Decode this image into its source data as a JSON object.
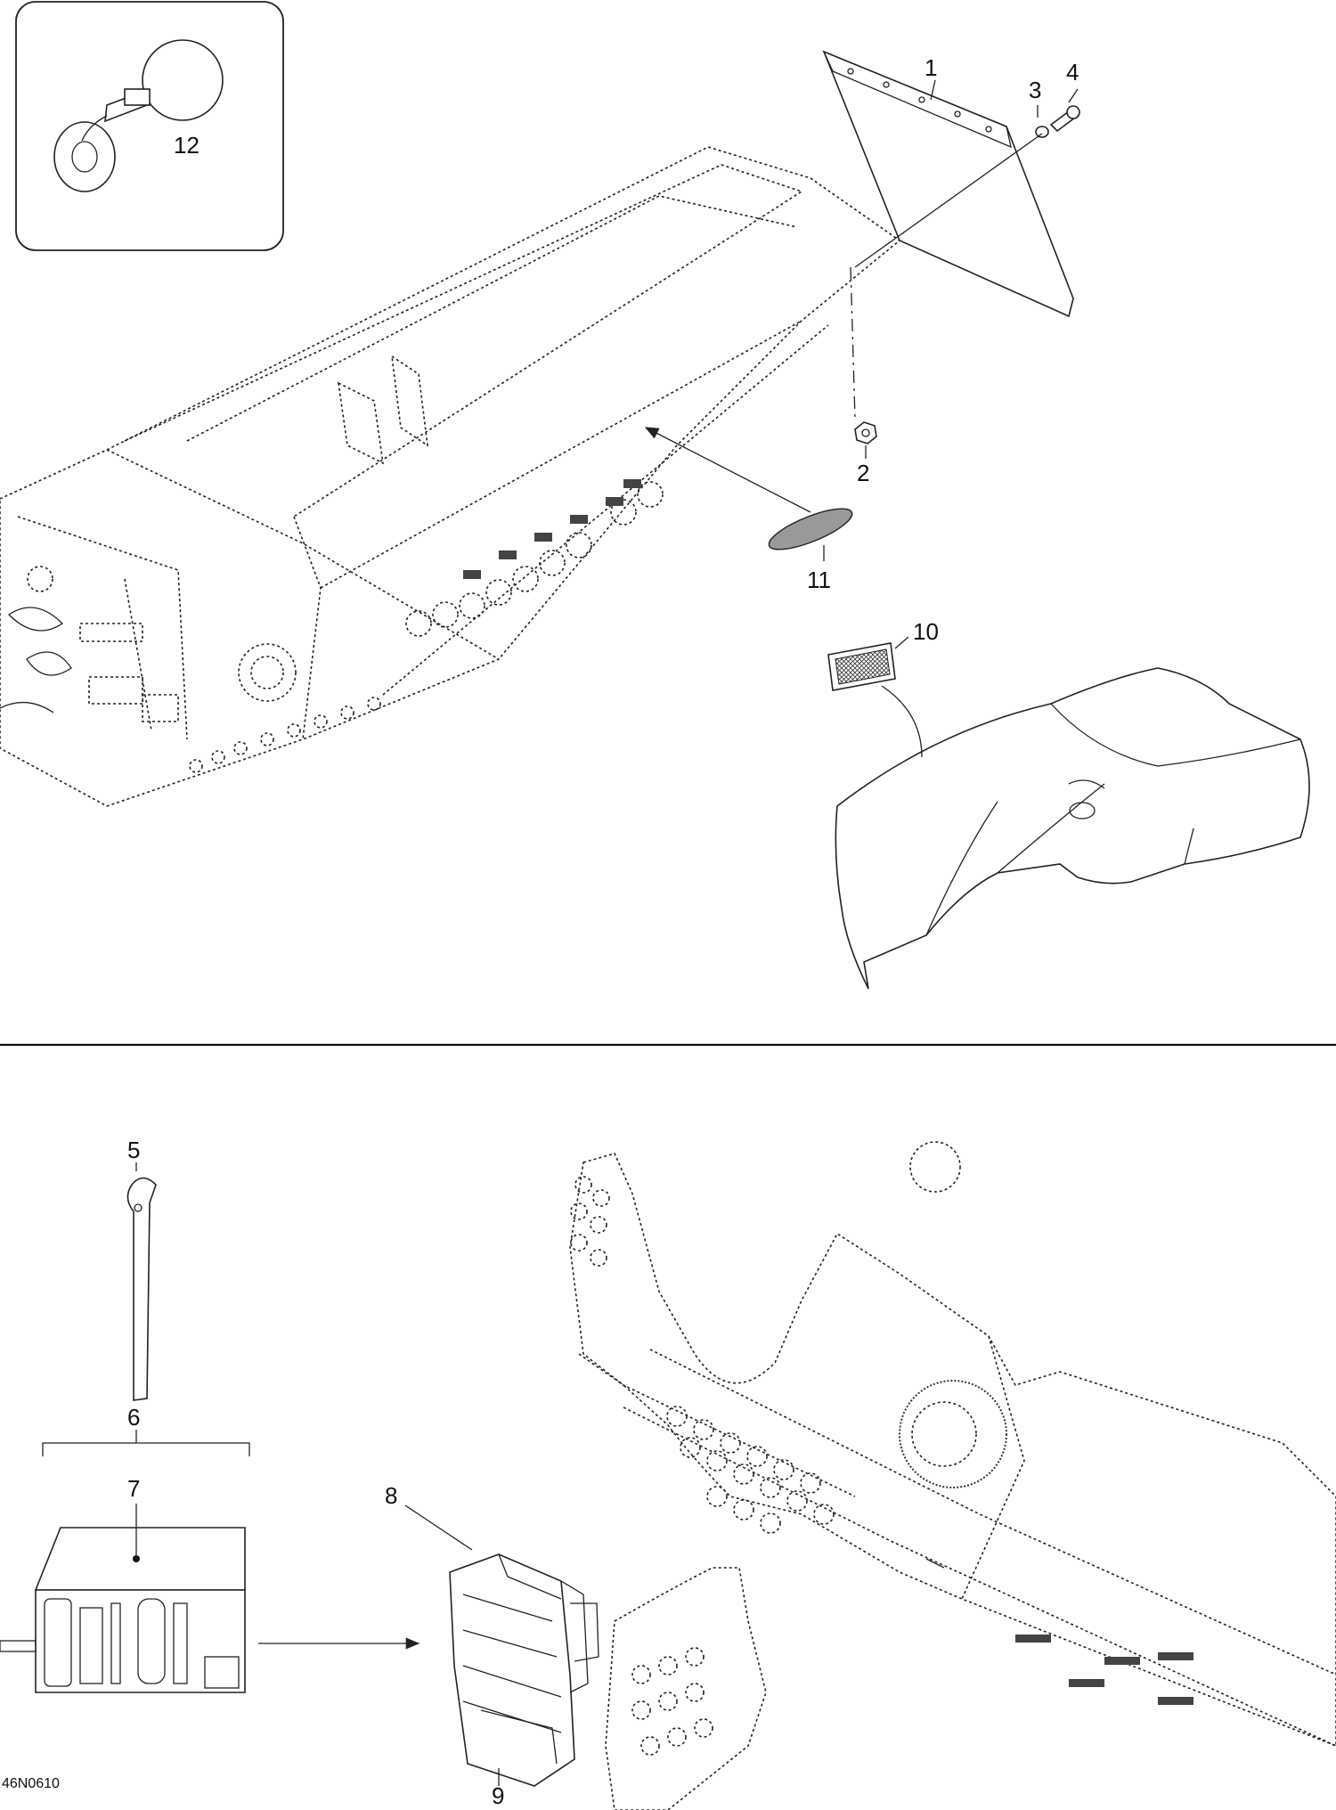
{
  "callouts": [
    "1",
    "2",
    "3",
    "4",
    "5",
    "6",
    "7",
    "8",
    "9",
    "10",
    "11",
    "12"
  ],
  "drawing_code": "46N0610"
}
